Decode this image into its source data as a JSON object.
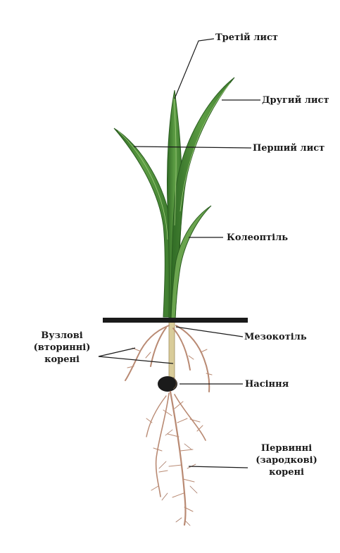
{
  "labels": {
    "third_leaf": "Третій лист",
    "second_leaf": "Другий лист",
    "first_leaf": "Перший лист",
    "coleoptile": "Колеоптіль",
    "mesocotyl": "Мезокотіль",
    "seed": "Насіння",
    "nodal_roots": [
      "Вузлові",
      "(вторинні)",
      "корені"
    ],
    "primary_roots": [
      "Первинні",
      "(зародкові)",
      "корені"
    ]
  },
  "colors": {
    "leaf": "#4f8f3a",
    "leaf_dark": "#2f6a24",
    "leaf_light": "#7fb55d",
    "ground": "#1a1a1a",
    "root": "#b98a73",
    "root_dark": "#8e5f49",
    "seed": "#1b1b1b",
    "stem_lower": "#d9cc9a"
  }
}
